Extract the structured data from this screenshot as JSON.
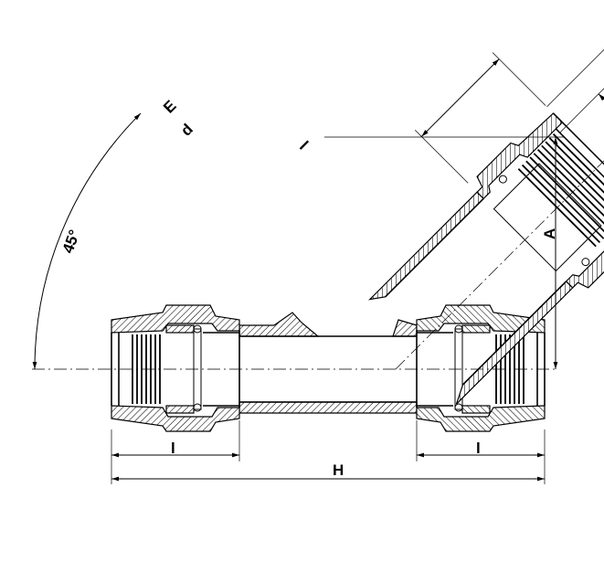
{
  "labels": {
    "E": "E",
    "d": "d",
    "l_branch": "l",
    "l_left": "l",
    "l_right": "l",
    "A": "A",
    "H": "H",
    "angle": "45°"
  }
}
